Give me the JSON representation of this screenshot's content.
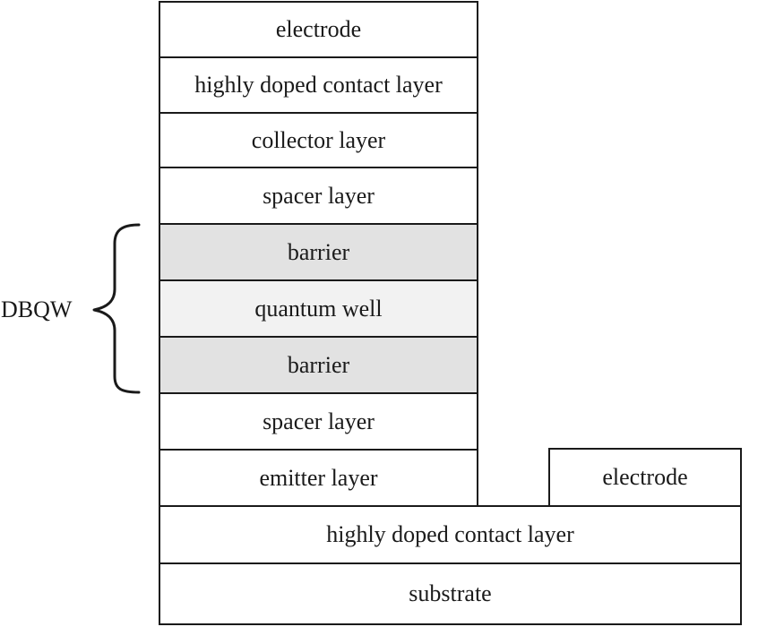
{
  "stack": {
    "layers": [
      {
        "label": "electrode",
        "fill": "#ffffff"
      },
      {
        "label": "highly doped contact layer",
        "fill": "#ffffff"
      },
      {
        "label": "collector layer",
        "fill": "#ffffff"
      },
      {
        "label": "spacer layer",
        "fill": "#ffffff"
      },
      {
        "label": "barrier",
        "fill": "#e2e2e2"
      },
      {
        "label": "quantum well",
        "fill": "#f2f2f2"
      },
      {
        "label": "barrier",
        "fill": "#e2e2e2"
      },
      {
        "label": "spacer layer",
        "fill": "#ffffff"
      },
      {
        "label": "emitter layer",
        "fill": "#ffffff"
      }
    ]
  },
  "side_electrode": {
    "label": "electrode"
  },
  "base": {
    "contact": {
      "label": "highly doped contact layer"
    },
    "substrate": {
      "label": "substrate"
    }
  },
  "dbqw": {
    "label": "DBQW"
  }
}
